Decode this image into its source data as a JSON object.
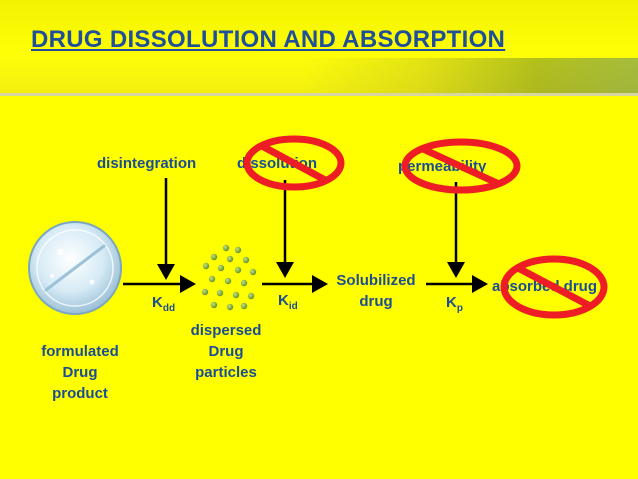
{
  "title": "DRUG DISSOLUTION AND ABSORPTION",
  "labels": {
    "disintegration": "disintegration",
    "dissolution": "dissolution",
    "permeability": "permeability",
    "absorbed_drug": "absorbed drug"
  },
  "nodes": {
    "formulated": [
      "formulated",
      "Drug",
      "product"
    ],
    "dispersed": [
      "dispersed",
      "Drug",
      "particles"
    ],
    "solubilized": [
      "Solubilized",
      "drug"
    ]
  },
  "rates": {
    "kdd": {
      "main": "K",
      "sub": "dd"
    },
    "kid": {
      "main": "K",
      "sub": "id"
    },
    "kp": {
      "main": "K",
      "sub": "p"
    }
  },
  "icons": [
    "tablet-icon",
    "particles-icon",
    "no-sign-icon"
  ],
  "colors": {
    "background": "#ffff00",
    "text": "#1b4d93",
    "title": "#1f4f99",
    "arrow": "#000000",
    "no_sign": "#ee1c24"
  }
}
